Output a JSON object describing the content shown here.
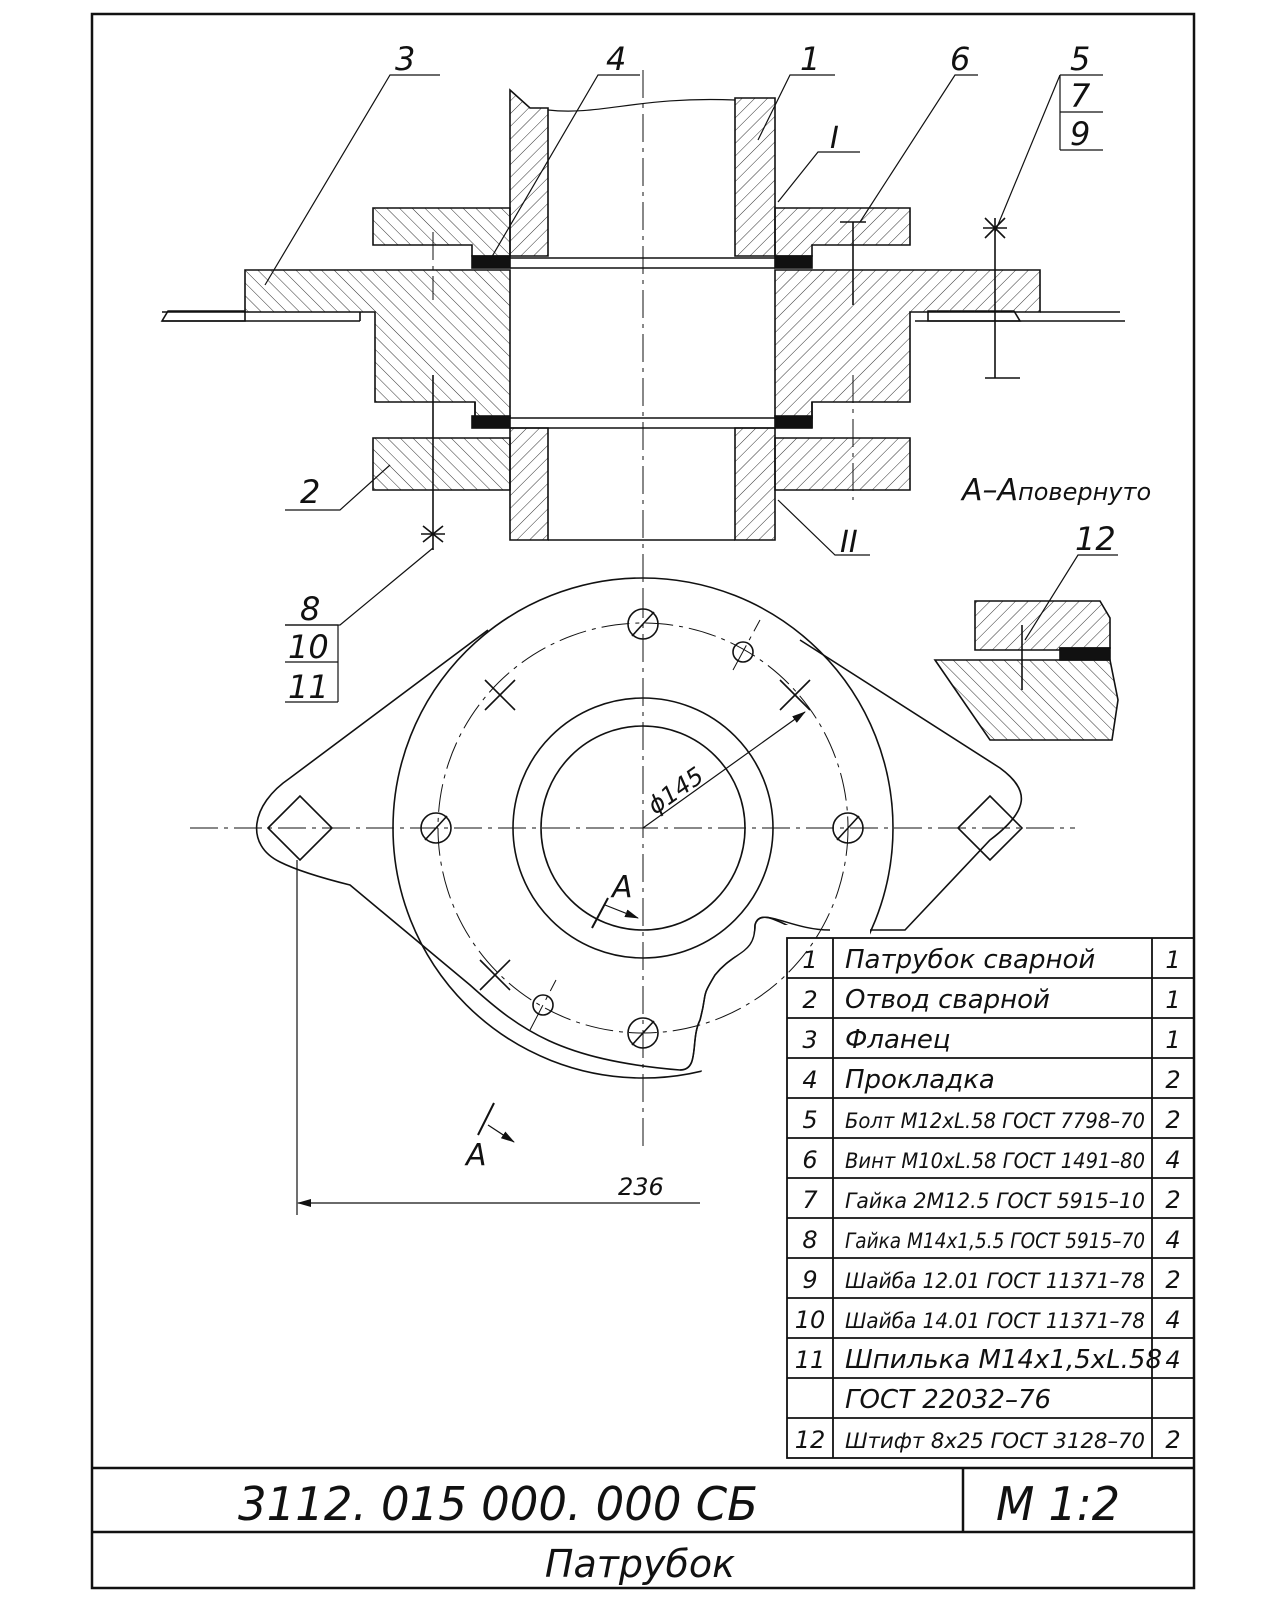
{
  "leaders": {
    "l1": "1",
    "l2": "2",
    "l3": "3",
    "l4": "4",
    "l6": "6",
    "l12": "12",
    "stack_top": [
      "5",
      "7",
      "9"
    ],
    "stack_bottom": [
      "8",
      "10",
      "11"
    ],
    "roman1": "I",
    "roman2": "II"
  },
  "section": {
    "title_main": "А–А",
    "title_suffix": "повернуто",
    "marker": "А"
  },
  "dimensions": {
    "diameter": "ϕ145",
    "width": "236"
  },
  "bom": [
    {
      "pos": "1",
      "name": "Патрубок сварной",
      "qty": "1"
    },
    {
      "pos": "2",
      "name": "Отвод сварной",
      "qty": "1"
    },
    {
      "pos": "3",
      "name": "Фланец",
      "qty": "1"
    },
    {
      "pos": "4",
      "name": "Прокладка",
      "qty": "2"
    },
    {
      "pos": "5",
      "name": "Болт М12xL.58 ГОСТ 7798–70",
      "qty": "2"
    },
    {
      "pos": "6",
      "name": "Винт М10xL.58 ГОСТ 1491–80",
      "qty": "4"
    },
    {
      "pos": "7",
      "name": "Гайка 2М12.5 ГОСТ 5915–10",
      "qty": "2"
    },
    {
      "pos": "8",
      "name": "Гайка М14x1,5.5 ГОСТ 5915–70",
      "qty": "4"
    },
    {
      "pos": "9",
      "name": "Шайба 12.01 ГОСТ 11371–78",
      "qty": "2"
    },
    {
      "pos": "10",
      "name": "Шайба 14.01 ГОСТ 11371–78",
      "qty": "4"
    },
    {
      "pos": "11",
      "name": "Шпилька М14x1,5xL.58",
      "qty": "4"
    },
    {
      "pos": "",
      "name": "ГОСТ 22032–76",
      "qty": ""
    },
    {
      "pos": "12",
      "name": "Штифт 8x25 ГОСТ 3128–70",
      "qty": "2"
    }
  ],
  "title_block": {
    "designation": "3112. 015 000. 000 СБ",
    "scale": "М 1:2",
    "name": "Патрубок"
  }
}
